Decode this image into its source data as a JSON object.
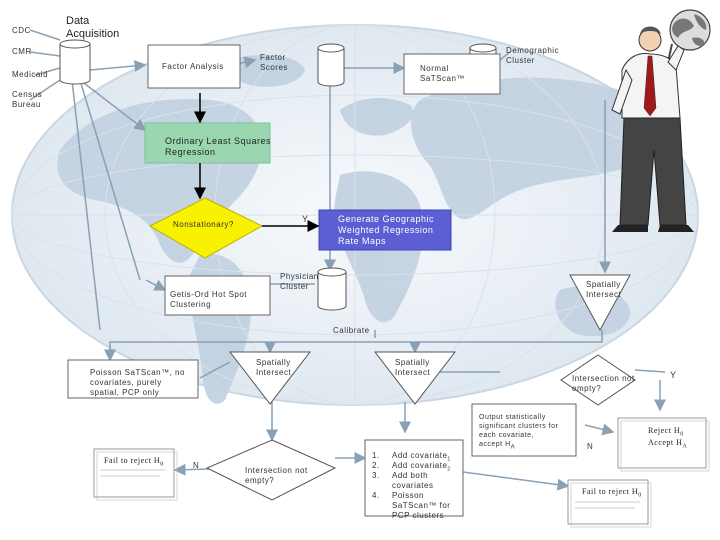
{
  "labels": {
    "cdc": "CDC",
    "cmr": "CMR",
    "medicaid": "Medicaid",
    "census": "Census\nBureau",
    "data_acquisition": "Data\nAcquisition",
    "factor_analysis": "Factor Analysis",
    "factor_scores": "Factor\nScores",
    "normal_satscan": "Normal\nSaTScan™",
    "demographic_cluster": "Demographic\nCluster",
    "ols": "Ordinary Least Squares\nRegression",
    "nonstationary": "Nonstationary?",
    "y_gwr": "Y",
    "gwr": "Generate Geographic\nWeighted Regression\nRate Maps",
    "physician_cluster": "Physician\nCluster",
    "getis_ord": "Getis-Ord Hot Spot\nClustering",
    "spatially_intersect_right": "Spatially\nIntersect",
    "calibrate": "Calibrate",
    "poisson_box": "Poisson SaTScan™, no\ncovariates, purely\nspatial, PCP only",
    "spatially_intersect_left": "Spatially\nIntersect",
    "spatially_intersect_mid": "Spatially\nIntersect",
    "intersection_not_empty_right": "Intersection not\nempty?",
    "y_right": "Y",
    "output_box": "Output statistically\nsignificant clusters for\neach covariate,\naccept H",
    "output_sub": "A",
    "n_right": "N",
    "fail_left": "Fail to reject H",
    "n_left": "N",
    "intersection_not_empty_left": "Intersection not\nempty?",
    "add_list": [
      "Add covariate",
      "Add covariate",
      "Add both\ncovariates",
      "Poisson\nSaTScan™ for\nPCP clusters"
    ],
    "add_list_sub": [
      "1",
      "2"
    ],
    "list_nums": [
      "1.",
      "2.",
      "3.",
      "4."
    ],
    "reject_h0": "Reject H",
    "accept_ha": "Accept H",
    "fail_bottom_right": "Fail to reject H",
    "sub_0": "0",
    "sub_a": "A"
  },
  "colors": {
    "ols_fill": "#9ad7b1",
    "nonstationary_fill": "#f8f100",
    "gwr_fill": "#5b5fd3",
    "map_land": "#c6d4e2",
    "map_ocean": "#eef3f8",
    "arrow_gray": "#8aa0b4"
  },
  "icons": {
    "person": "businessman-with-globe-icon",
    "database": "database-cylinder-icon"
  }
}
